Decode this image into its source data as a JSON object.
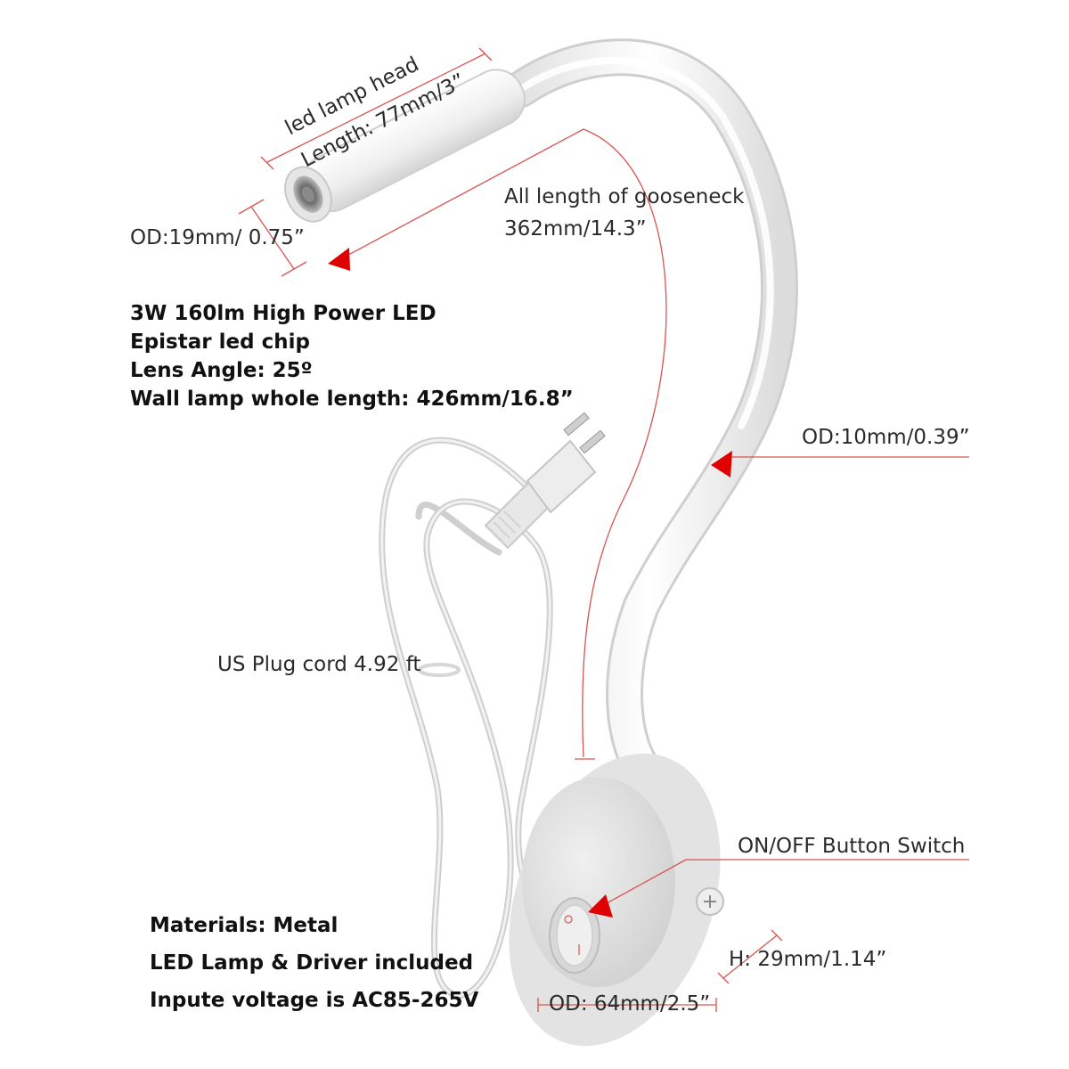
{
  "labels": {
    "head_title": "led lamp head",
    "head_length": "Length: 77mm/3”",
    "head_od": "OD:19mm/ 0.75”",
    "gooseneck_title": "All length of gooseneck",
    "gooseneck_length": "362mm/14.3”",
    "neck_od": "OD:10mm/0.39”",
    "cord": "US Plug cord 4.92 ft",
    "switch": "ON/OFF Button Switch",
    "base_height": "H: 29mm/1.14”",
    "base_od": "OD: 64mm/2.5”"
  },
  "specs": [
    "3W 160lm High Power LED",
    "Epistar led chip",
    "Lens Angle: 25º",
    "Wall lamp whole length: 426mm/16.8”"
  ],
  "materials": [
    "Materials:  Metal",
    "LED Lamp & Driver included",
    "Inpute voltage is AC85-265V"
  ],
  "colors": {
    "dimension_line": "#d9534f",
    "arrow": "#e00000",
    "lamp_body": "#f4f4f4"
  }
}
